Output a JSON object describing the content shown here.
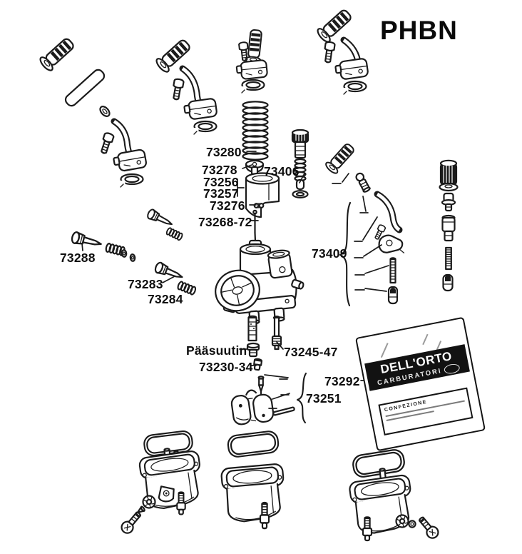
{
  "title": "PHBN",
  "labels": {
    "l73280": "73280",
    "l73278": "73278",
    "l73406": "73406",
    "l73256": "73256",
    "l73257": "73257",
    "l73276": "73276",
    "l73268_72": "73268-72",
    "l73288": "73288",
    "l73283": "73283",
    "l73284": "73284",
    "l73409": "73409",
    "paasuutin": "Pääsuutin",
    "l73245_47": "73245-47",
    "l73230_34": "73230-34",
    "l73292": "73292",
    "l73251": "73251"
  },
  "bag": {
    "brand": "DELL'ORTO",
    "subtitle": "CARBURATORI",
    "label_title": "CONFEZIONE"
  },
  "colors": {
    "line": "#1b1b1b",
    "background": "#ffffff"
  }
}
